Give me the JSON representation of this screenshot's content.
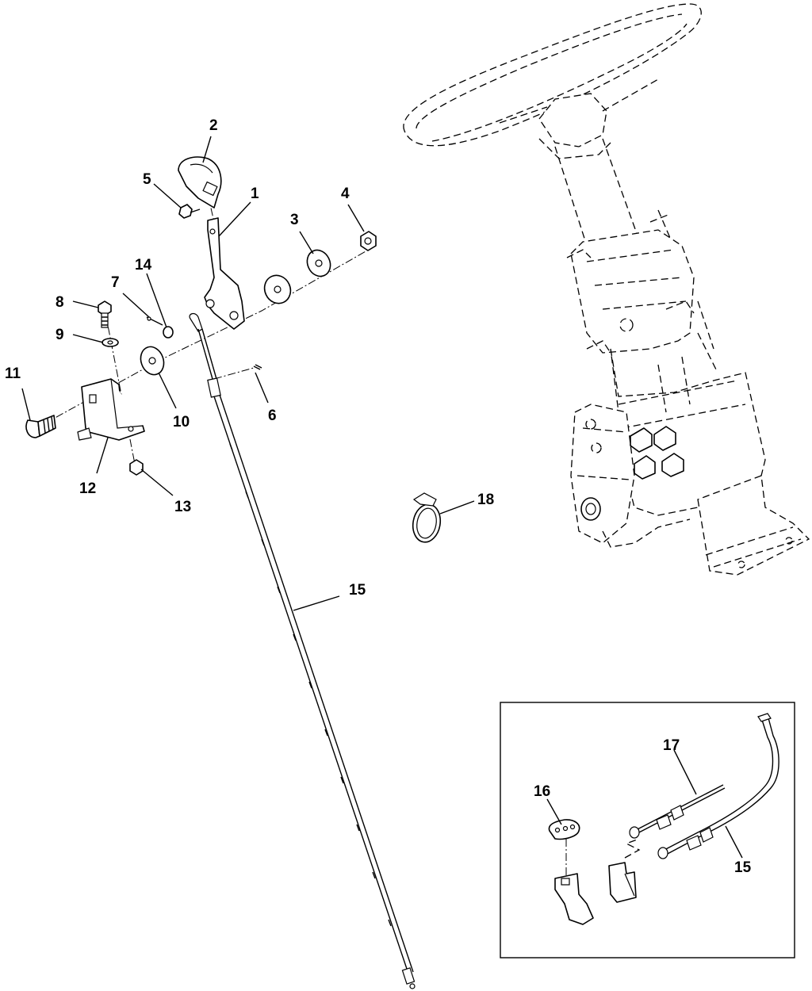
{
  "callouts": {
    "c1": "1",
    "c2": "2",
    "c3": "3",
    "c4": "4",
    "c5": "5",
    "c6": "6",
    "c7": "7",
    "c8": "8",
    "c9": "9",
    "c10": "10",
    "c11": "11",
    "c12": "12",
    "c13": "13",
    "c14": "14",
    "c15": "15",
    "c18": "18"
  },
  "inset": {
    "c15": "15",
    "c16": "16",
    "c17": "17"
  }
}
